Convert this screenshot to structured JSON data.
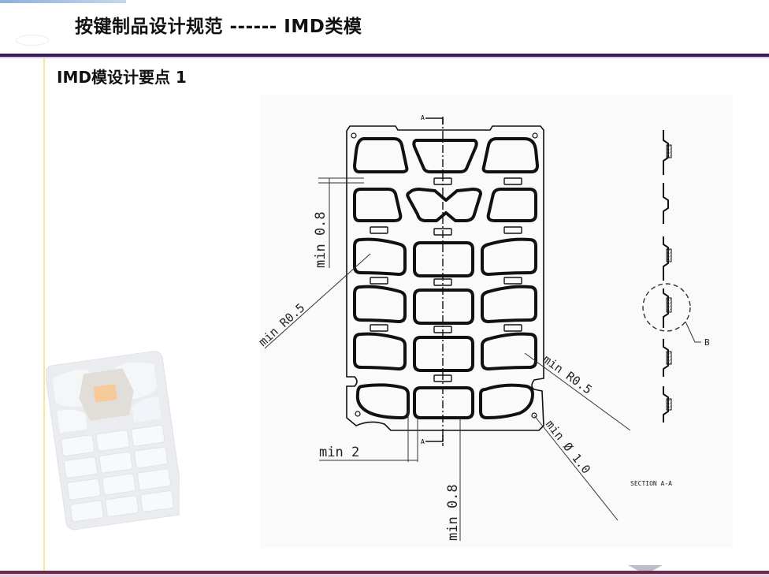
{
  "header": {
    "title": "按键制品设计规范 ------  IMD类模",
    "colors": {
      "rule": "#3a1a55",
      "accent": "#8fb0d8"
    }
  },
  "section": {
    "title": "IMD模设计要点 1"
  },
  "drawing": {
    "annotations": {
      "min_gap_top": "min 0.8",
      "min_radius_left": "min R0.5",
      "min_radius_right": "min R0.5",
      "min_diameter": "min Ø 1.0",
      "min_edge": "min 2",
      "min_gap_bottom": "min 0.8",
      "section_marker_top": "A",
      "section_marker_bottom": "A",
      "detail_label": "B",
      "section_label": "SECTION A-A"
    },
    "keypad_rows": 6,
    "keypad_columns": 3
  },
  "photo": {
    "description": "keypad-photo"
  },
  "footer": {
    "colors": {
      "rule": "#6b2a4e"
    }
  }
}
